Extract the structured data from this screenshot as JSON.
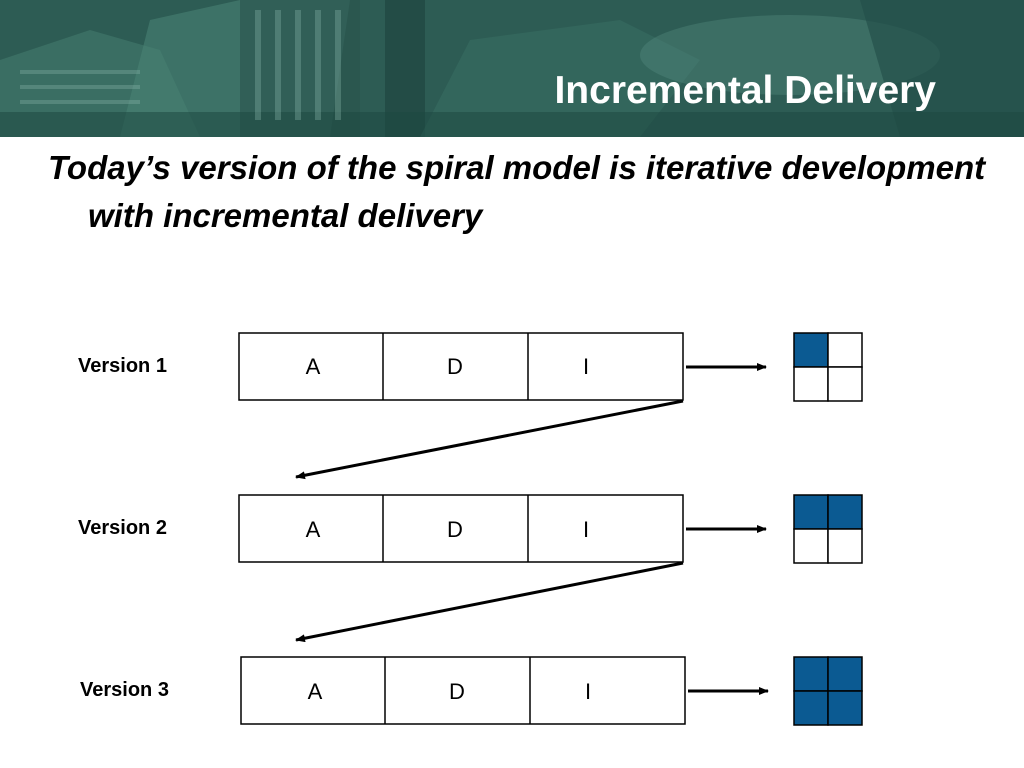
{
  "slide": {
    "title": "Incremental Delivery",
    "subtitle": "Today’s version of the spiral model is iterative development with incremental delivery"
  },
  "versions": [
    {
      "label": "Version 1",
      "phases": [
        "A",
        "D",
        "I"
      ],
      "filled": [
        true,
        false,
        false,
        false
      ]
    },
    {
      "label": "Version 2",
      "phases": [
        "A",
        "D",
        "I"
      ],
      "filled": [
        true,
        true,
        false,
        false
      ]
    },
    {
      "label": "Version 3",
      "phases": [
        "A",
        "D",
        "I"
      ],
      "filled": [
        true,
        true,
        true,
        true
      ]
    }
  ],
  "colors": {
    "increment_fill": "#0b5a92",
    "banner": "#2f6259"
  }
}
